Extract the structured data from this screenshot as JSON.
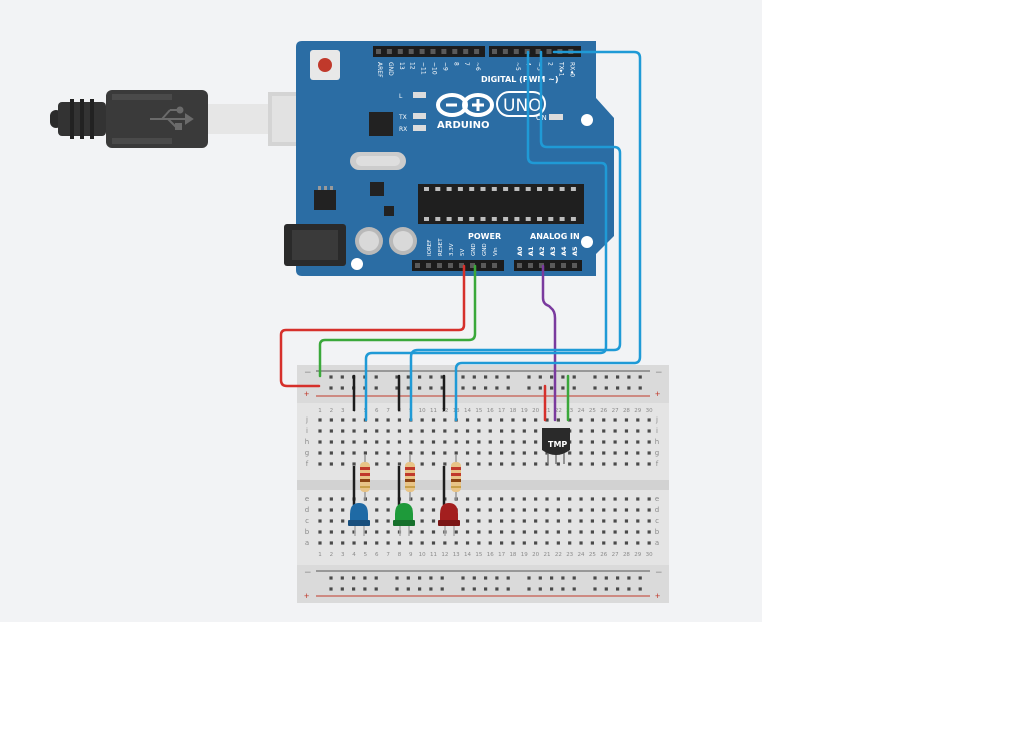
{
  "arduino": {
    "brand": "ARDUINO",
    "model": "UNO",
    "digital_label": "DIGITAL (PWM ~)",
    "power_label": "POWER",
    "analog_label": "ANALOG IN",
    "on_label": "ON",
    "led_labels": [
      "L",
      "TX",
      "RX"
    ],
    "top_pins": [
      "AREF",
      "GND",
      "13",
      "12",
      "~11",
      "~10",
      "~9",
      "8",
      "7",
      "~6",
      "~5",
      "4",
      "~3",
      "2",
      "TX▸1",
      "RX◂0"
    ],
    "power_pins": [
      "IOREF",
      "RESET",
      "3.3V",
      "5V",
      "GND",
      "GND",
      "Vin"
    ],
    "analog_pins": [
      "A0",
      "A1",
      "A2",
      "A3",
      "A4",
      "A5"
    ]
  },
  "breadboard": {
    "columns": [
      "1",
      "2",
      "3",
      "4",
      "5",
      "6",
      "7",
      "8",
      "9",
      "10",
      "11",
      "12",
      "13",
      "14",
      "15",
      "16",
      "17",
      "18",
      "19",
      "20",
      "21",
      "22",
      "23",
      "24",
      "25",
      "26",
      "27",
      "28",
      "29",
      "30"
    ],
    "rows_top": [
      "j",
      "i",
      "h",
      "g",
      "f"
    ],
    "rows_bottom": [
      "e",
      "d",
      "c",
      "b",
      "a"
    ],
    "rail_minus": "−",
    "rail_plus": "+"
  },
  "sensor": {
    "label": "TMP"
  },
  "colors": {
    "board": "#2b6da4",
    "wire_red": "#d6302b",
    "wire_green": "#3aa83a",
    "wire_blue": "#1f9ad6",
    "wire_purple": "#7a3a9e",
    "led_blue": "#1f6aa5",
    "led_green": "#1e9a3a",
    "led_red": "#a31f1f"
  }
}
